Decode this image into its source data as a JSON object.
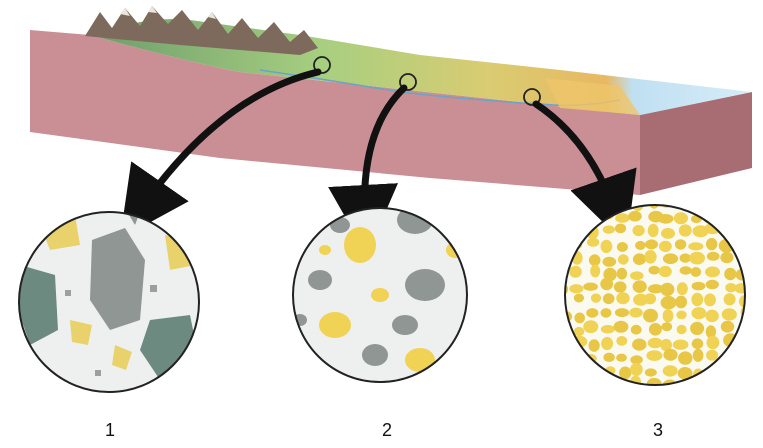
{
  "labels": {
    "sample_1": "1",
    "sample_2": "2",
    "sample_3": "3"
  },
  "colors": {
    "rock_side": "#c98f95",
    "land_green": "#9cc87d",
    "land_yellow": "#e4c76a",
    "sea": "#bcdcf0",
    "gravel_grey": "#8f9694",
    "sand_yellow": "#f0d255",
    "arrow": "#111111"
  }
}
